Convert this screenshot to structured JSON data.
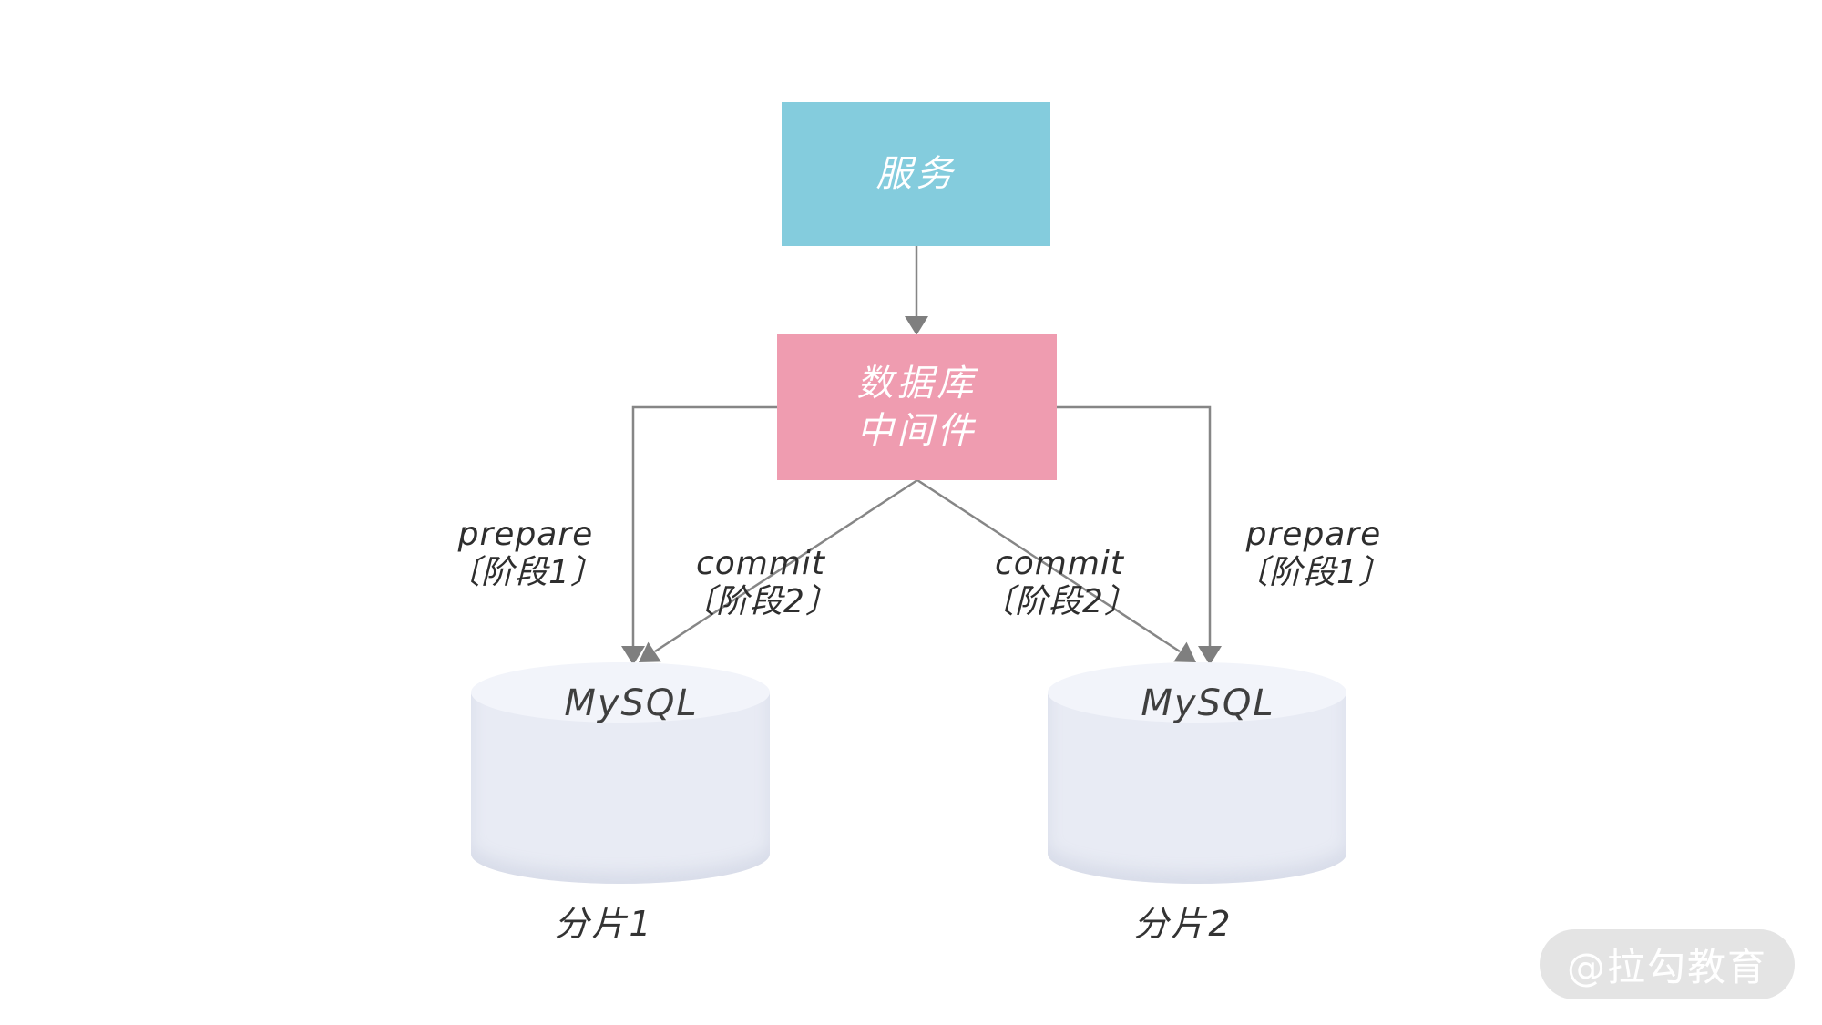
{
  "nodes": {
    "service": {
      "label": "服务",
      "color": "#84ccdd"
    },
    "middleware": {
      "label_line1": "数据库",
      "label_line2": "中间件",
      "color": "#ef9cb0"
    }
  },
  "shards": [
    {
      "db_label": "MySQL",
      "caption": "分片1"
    },
    {
      "db_label": "MySQL",
      "caption": "分片2"
    }
  ],
  "edge_labels": {
    "prepare_left": {
      "action": "prepare",
      "phase": "〔阶段1〕"
    },
    "commit_left": {
      "action": "commit",
      "phase": "〔阶段2〕"
    },
    "commit_right": {
      "action": "commit",
      "phase": "〔阶段2〕"
    },
    "prepare_right": {
      "action": "prepare",
      "phase": "〔阶段1〕"
    }
  },
  "watermark": "@拉勾教育",
  "colors": {
    "service_box": "#84ccdd",
    "middleware_box": "#ef9cb0",
    "cylinder_body": "#e8ebf4",
    "cylinder_top": "#f2f4fa",
    "connector_line": "#868686",
    "arrowhead": "#7f7f7f",
    "label_text": "#2e2e2e",
    "watermark_bg": "#e4e4e4",
    "watermark_text": "#ffffff"
  }
}
